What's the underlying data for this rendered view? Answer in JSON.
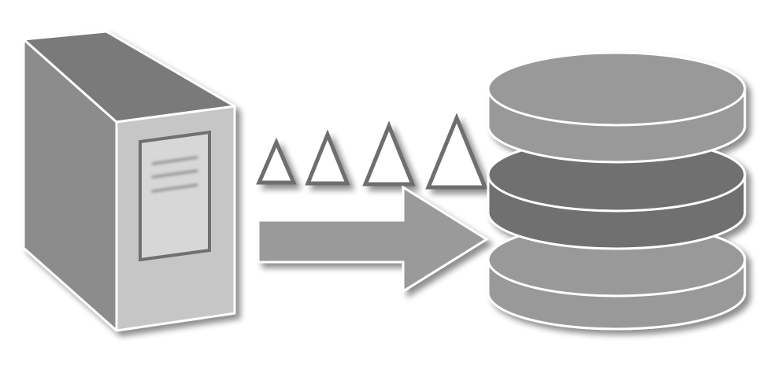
{
  "diagram": {
    "nodes": [
      {
        "id": "server",
        "icon": "server-tower-icon"
      },
      {
        "id": "database",
        "icon": "database-cylinder-icon"
      }
    ],
    "connector": {
      "from": "server",
      "to": "database",
      "icon": "right-arrow-icon",
      "symbol": "Δ",
      "symbol_count": 4
    },
    "colors": {
      "background": "#ffffff",
      "tower_side": "#8c8c8c",
      "tower_top": "#7a7a7a",
      "tower_front": "#c6c6c6",
      "document_panel": "#d7d7d7",
      "arrow": "#9a9a9a",
      "delta_stroke": "#6e6e6e",
      "db_light": "#999999",
      "db_dark": "#6f6f6f",
      "outline": "#ffffff"
    }
  }
}
